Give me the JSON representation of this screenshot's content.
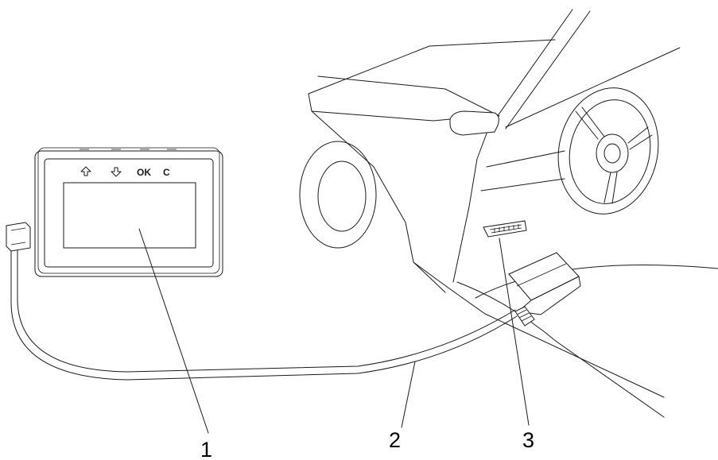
{
  "device": {
    "buttons": [
      {
        "icon": "arrow-up-icon",
        "label": ""
      },
      {
        "icon": "arrow-down-icon",
        "label": ""
      },
      {
        "icon": "",
        "label": "OK"
      },
      {
        "icon": "",
        "label": "C"
      }
    ]
  },
  "callouts": [
    {
      "number": "1"
    },
    {
      "number": "2"
    },
    {
      "number": "3"
    }
  ]
}
